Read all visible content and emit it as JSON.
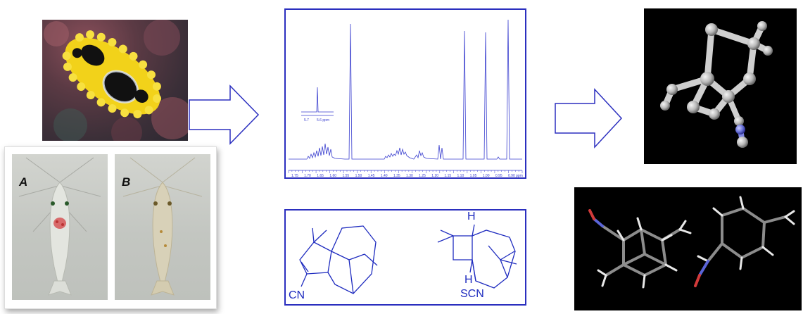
{
  "panel_labels": {
    "shrimp_a": "A",
    "shrimp_b": "B"
  },
  "nmr": {
    "inset_ticks": [
      "5.7",
      "5.6 ppm"
    ],
    "axis_ticks": [
      "1.75",
      "1.70",
      "1.65",
      "1.60",
      "1.55",
      "1.50",
      "1.45",
      "1.40",
      "1.35",
      "1.30",
      "1.25",
      "1.20",
      "1.15",
      "1.10",
      "1.05",
      "1.00",
      "0.95",
      "0.90 ppm"
    ]
  },
  "structures": {
    "left_group": "CN",
    "right_h_top": "H",
    "right_h_bottom": "H",
    "right_group": "SCN"
  },
  "colors": {
    "accent_blue": "#2b2fbf",
    "nudibranch_yellow": "#f2d21a",
    "nudibranch_black": "#111111"
  }
}
